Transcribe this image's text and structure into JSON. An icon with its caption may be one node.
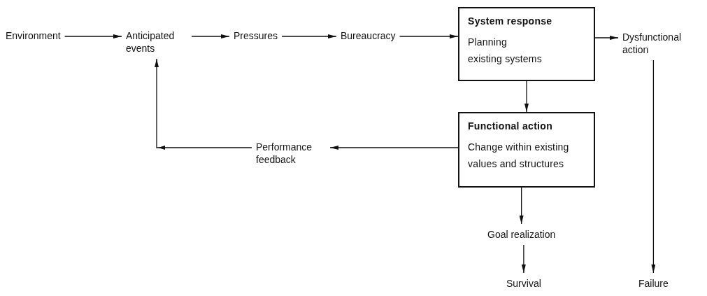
{
  "diagram": {
    "nodes": [
      {
        "text": [
          "Environment"
        ]
      },
      {
        "text": [
          "Anticipated events"
        ]
      },
      {
        "text": [
          "Pressures"
        ]
      },
      {
        "text": [
          "Bureaucracy"
        ]
      },
      {
        "text": [
          "System response",
          "Planning",
          "existing systems"
        ]
      },
      {
        "text": [
          "Dysfunctional action"
        ]
      },
      {
        "text": [
          "Functional action",
          "Change within existing values and structures"
        ]
      },
      {
        "text": [
          "Performance feedback"
        ]
      },
      {
        "text": [
          "Goal realization"
        ]
      },
      {
        "text": [
          "Survival"
        ]
      },
      {
        "text": [
          "Failure"
        ]
      }
    ],
    "edges": [
      {
        "from": 0,
        "to": 1,
        "arrow": "to"
      },
      {
        "from": 1,
        "to": 2,
        "arrow": "to"
      },
      {
        "from": 2,
        "to": 3,
        "arrow": "to"
      },
      {
        "from": 3,
        "to": 4,
        "arrow": "to"
      },
      {
        "from": 4,
        "to": 5,
        "arrow": "to"
      },
      {
        "from": 4,
        "to": 6,
        "arrow": "to"
      },
      {
        "from": 6,
        "to": 7,
        "arrow": "to"
      },
      {
        "from": 7,
        "to": 1,
        "arrow": "to"
      },
      {
        "from": 6,
        "to": 8,
        "arrow": "to"
      },
      {
        "from": 8,
        "to": 9,
        "arrow": "to"
      },
      {
        "from": 5,
        "to": 10,
        "arrow": "to"
      }
    ]
  }
}
